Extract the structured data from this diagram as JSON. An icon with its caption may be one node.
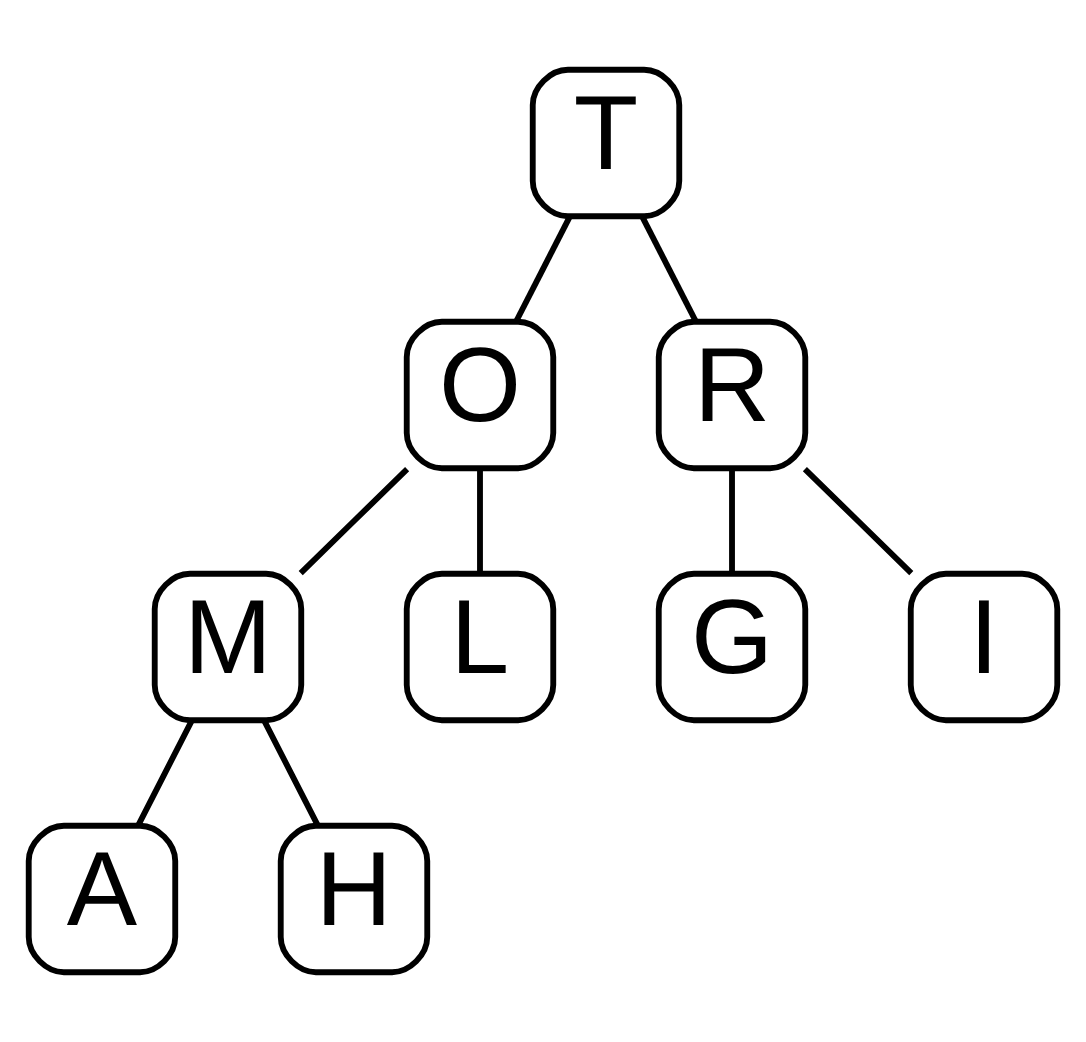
{
  "diagram": {
    "nodes": [
      {
        "text": [
          "T"
        ]
      },
      {
        "text": [
          "O"
        ]
      },
      {
        "text": [
          "R"
        ]
      },
      {
        "text": [
          "M"
        ]
      },
      {
        "text": [
          "L"
        ]
      },
      {
        "text": [
          "G"
        ]
      },
      {
        "text": [
          "I"
        ]
      },
      {
        "text": [
          "A"
        ]
      },
      {
        "text": [
          "H"
        ]
      }
    ],
    "edges": [
      {
        "from": 0,
        "to": 1,
        "arrow": "none"
      },
      {
        "from": 0,
        "to": 2,
        "arrow": "none"
      },
      {
        "from": 1,
        "to": 3,
        "arrow": "none"
      },
      {
        "from": 1,
        "to": 4,
        "arrow": "none"
      },
      {
        "from": 2,
        "to": 5,
        "arrow": "none"
      },
      {
        "from": 2,
        "to": 6,
        "arrow": "none"
      },
      {
        "from": 3,
        "to": 7,
        "arrow": "none"
      },
      {
        "from": 3,
        "to": 8,
        "arrow": "none"
      }
    ]
  }
}
